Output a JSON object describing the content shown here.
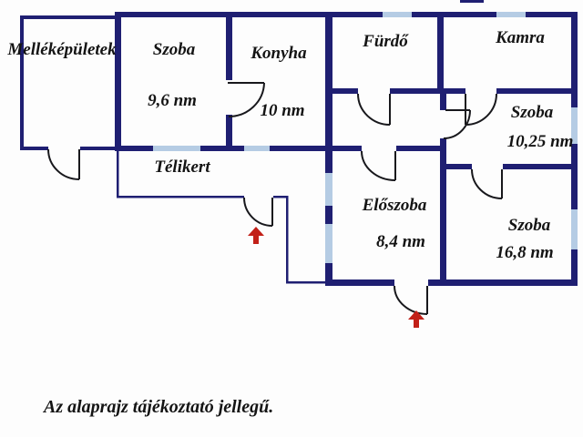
{
  "rooms": {
    "mellekepuletek": {
      "name": "Melléképületek"
    },
    "szoba1": {
      "name": "Szoba",
      "area": "9,6 nm"
    },
    "konyha": {
      "name": "Konyha",
      "area": "10 nm"
    },
    "furdo": {
      "name": "Fürdő"
    },
    "kamra": {
      "name": "Kamra"
    },
    "szoba2": {
      "name": "Szoba",
      "area": "10,25 nm"
    },
    "telikert": {
      "name": "Télikert"
    },
    "eloszoba": {
      "name": "Előszoba",
      "area": "8,4 nm"
    },
    "szoba3": {
      "name": "Szoba",
      "area": "16,8 nm"
    }
  },
  "disclaimer": "Az alaprajz tájékoztató jellegű.",
  "colors": {
    "wall": "#1f1f72",
    "window": "#b5cce4",
    "line": "#18181c",
    "arrow": "#c22018",
    "text": "#141414",
    "background": "#fdfdfd"
  }
}
